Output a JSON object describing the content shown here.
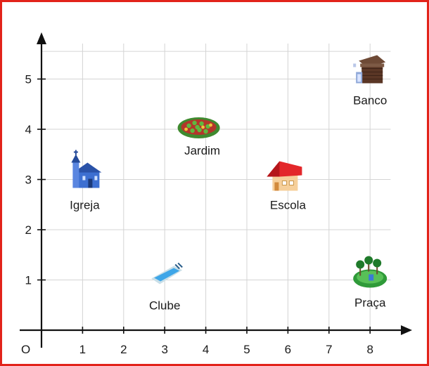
{
  "figure": {
    "origin_label": "O",
    "x_ticks": [
      "1",
      "2",
      "3",
      "4",
      "5",
      "6",
      "7",
      "8"
    ],
    "y_ticks": [
      "1",
      "2",
      "3",
      "4",
      "5"
    ],
    "frame_color": "#e2231a",
    "grid_color": "#d4d4d4"
  },
  "places": [
    {
      "name": "Igreja",
      "x": 1,
      "y": 3,
      "icon": "church-icon"
    },
    {
      "name": "Jardim",
      "x": 4,
      "y": 4,
      "icon": "garden-icon"
    },
    {
      "name": "Banco",
      "x": 8,
      "y": 5,
      "icon": "bank-icon"
    },
    {
      "name": "Escola",
      "x": 6,
      "y": 3,
      "icon": "school-icon"
    },
    {
      "name": "Clube",
      "x": 3,
      "y": 1,
      "icon": "pool-icon"
    },
    {
      "name": "Praça",
      "x": 8,
      "y": 1,
      "icon": "park-icon"
    }
  ]
}
